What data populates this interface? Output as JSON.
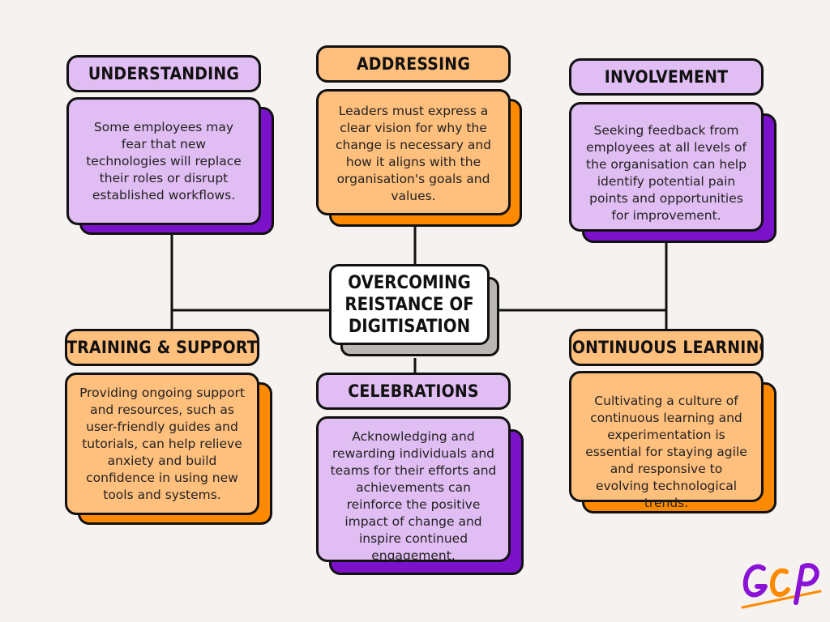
{
  "center": {
    "title": "OVERCOMING REISTANCE OF DIGITISATION"
  },
  "nodes": [
    {
      "id": "understanding",
      "title": "UNDERSTANDING",
      "text": "Some employees may fear that new technologies will replace their roles or disrupt established workflows.",
      "color": "purple"
    },
    {
      "id": "addressing",
      "title": "ADDRESSING",
      "text": "Leaders must express a clear vision for why the change is necessary and how it aligns with the organisation's goals and values.",
      "color": "orange"
    },
    {
      "id": "involvement",
      "title": "INVOLVEMENT",
      "text": "Seeking feedback from employees at all levels of the organisation can help identify potential pain points and opportunities for improvement.",
      "color": "purple"
    },
    {
      "id": "training",
      "title": "TRAINING & SUPPORT",
      "text": "Providing ongoing support and resources, such as user-friendly guides and tutorials, can help relieve anxiety and build confidence in using new tools and systems.",
      "color": "orange"
    },
    {
      "id": "celebrations",
      "title": "CELEBRATIONS",
      "text": "Acknowledging and rewarding individuals and teams for their efforts and achievements can reinforce the positive impact of change and inspire continued engagement.",
      "color": "purple"
    },
    {
      "id": "continuous",
      "title": "CONTINUOUS LEARNING",
      "text": "Cultivating a culture of continuous learning and experimentation is essential for staying agile and responsive to evolving technological trends.",
      "color": "orange"
    }
  ],
  "logo": {
    "text": "GCP"
  },
  "colors": {
    "purple_light": "#e0bdf2",
    "purple_dark": "#7b12c9",
    "orange_light": "#ffbf7d",
    "orange_dark": "#ff8a00",
    "background": "#f5f2ef",
    "outline": "#111111"
  }
}
